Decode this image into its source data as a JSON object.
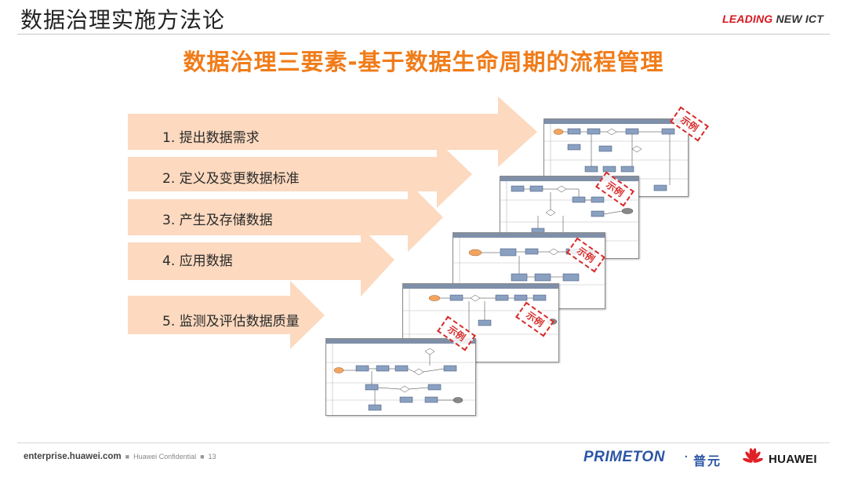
{
  "header": {
    "page_title": "数据治理实施方法论",
    "brand_tag_red": "LEADING",
    "brand_tag_dark": " NEW ICT"
  },
  "main_heading": "数据治理三要素-基于数据生命周期的流程管理",
  "steps": [
    {
      "label": "1.  提出数据需求"
    },
    {
      "label": "2.  定义及变更数据标准"
    },
    {
      "label": "3.  产生及存储数据"
    },
    {
      "label": "4.  应用数据"
    },
    {
      "label": "5.  监测及评估数据质量"
    }
  ],
  "stamps": [
    "示例",
    "示例",
    "示例",
    "示例",
    "示例"
  ],
  "footer": {
    "site": "enterprise.huawei.com",
    "confidential": "Huawei Confidential",
    "page_number": "13",
    "partner_logo": "PRIMETON",
    "partner_cn": "普元",
    "huawei": "HUAWEI"
  },
  "colors": {
    "arrow_fill": "#fcd9bf",
    "heading": "#f07c1a",
    "stamp": "#d82b2b",
    "brand_red": "#d7181f",
    "partner_blue": "#2b55a4"
  }
}
